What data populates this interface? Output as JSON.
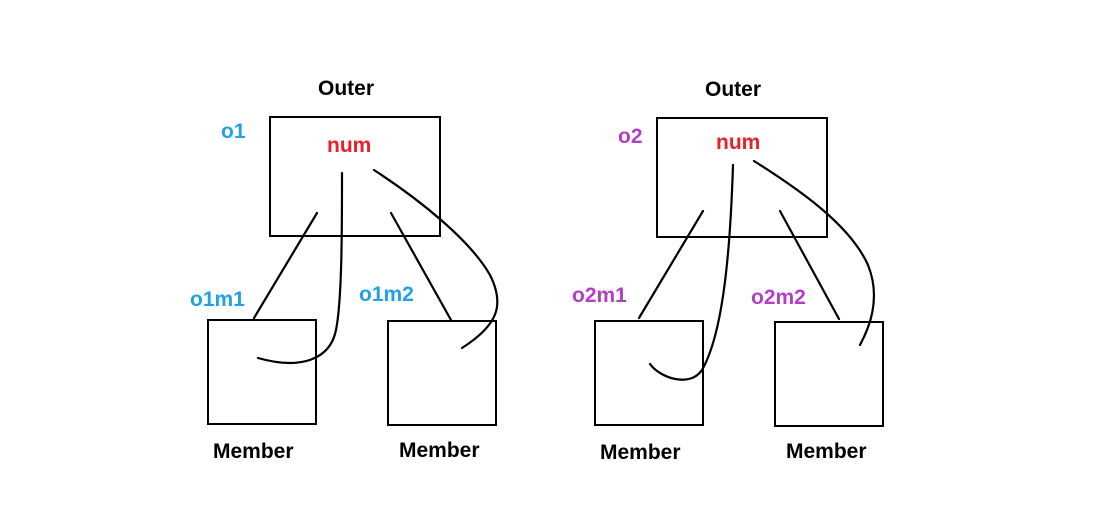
{
  "colors": {
    "blue": "#1fa3e6",
    "purple": "#b23fc6",
    "red": "#e8202a",
    "black": "#000000"
  },
  "left": {
    "outer_title": "Outer",
    "ref": "o1",
    "field": "num",
    "m1_ref": "o1m1",
    "m2_ref": "o1m2",
    "m1_title": "Member",
    "m2_title": "Member"
  },
  "right": {
    "outer_title": "Outer",
    "ref": "o2",
    "field": "num",
    "m1_ref": "o2m1",
    "m2_ref": "o2m2",
    "m1_title": "Member",
    "m2_title": "Member"
  }
}
